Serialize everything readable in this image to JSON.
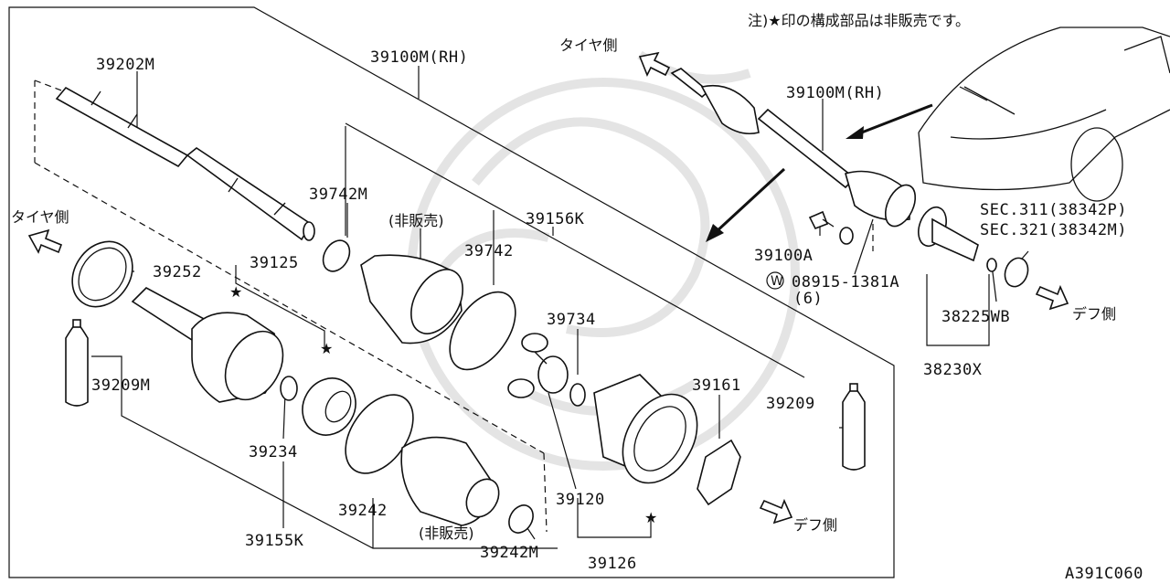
{
  "note": "注)★印の構成部品は非販売です。",
  "direction_tire": "タイヤ側",
  "direction_diff": "デフ側",
  "not_sold": "(非販売)",
  "star": "★",
  "washer_symbol": "W",
  "diagram_code": "A391C060",
  "parts": {
    "p39202M": "39202M",
    "p39100M_RH": "39100M(RH)",
    "p39742M": "39742M",
    "p39156K": "39156K",
    "p39742": "39742",
    "p39252": "39252",
    "p39125": "39125",
    "p39734": "39734",
    "p39209M": "39209M",
    "p39209": "39209",
    "p39161": "39161",
    "p39234": "39234",
    "p39242": "39242",
    "p39120": "39120",
    "p39155K": "39155K",
    "p39242M": "39242M",
    "p39126": "39126",
    "p39100A": "39100A",
    "p08915": "08915-1381A",
    "qty6": "(6)",
    "sec311": "SEC.311(38342P)",
    "sec321": "SEC.321(38342M)",
    "p38225WB": "38225WB",
    "p38230X": "38230X"
  }
}
